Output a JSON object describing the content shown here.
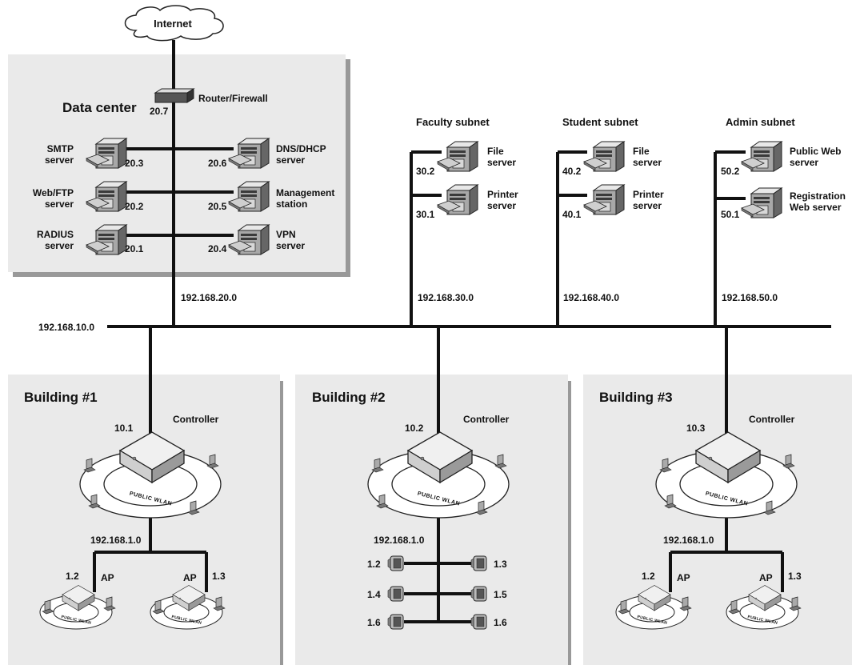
{
  "internet": "Internet",
  "data_center": {
    "title": "Data center",
    "router_label": "Router/Firewall",
    "router_ip": "20.7",
    "servers": [
      {
        "line1": "SMTP",
        "line2": "server",
        "ip": "20.3"
      },
      {
        "line1": "Web/FTP",
        "line2": "server",
        "ip": "20.2"
      },
      {
        "line1": "RADIUS",
        "line2": "server",
        "ip": "20.1"
      },
      {
        "line1": "DNS/DHCP",
        "line2": "server",
        "ip": "20.6"
      },
      {
        "line1": "Management",
        "line2": "station",
        "ip": "20.5"
      },
      {
        "line1": "VPN",
        "line2": "server",
        "ip": "20.4"
      }
    ],
    "network": "192.168.20.0"
  },
  "subnets": [
    {
      "title": "Faculty subnet",
      "network": "192.168.30.0",
      "servers": [
        {
          "line1": "File",
          "line2": "server",
          "ip": "30.2"
        },
        {
          "line1": "Printer",
          "line2": "server",
          "ip": "30.1"
        }
      ]
    },
    {
      "title": "Student subnet",
      "network": "192.168.40.0",
      "servers": [
        {
          "line1": "File",
          "line2": "server",
          "ip": "40.2"
        },
        {
          "line1": "Printer",
          "line2": "server",
          "ip": "40.1"
        }
      ]
    },
    {
      "title": "Admin subnet",
      "network": "192.168.50.0",
      "servers": [
        {
          "line1": "Public Web",
          "line2": "server",
          "ip": "50.2"
        },
        {
          "line1": "Registration",
          "line2": "Web server",
          "ip": "50.1"
        }
      ]
    }
  ],
  "backbone": "192.168.10.0",
  "wlan_text": "PUBLIC WLAN",
  "buildings": [
    {
      "title": "Building #1",
      "controller_label": "Controller",
      "controller_ip": "10.1",
      "network": "192.168.1.0",
      "ap_label": "AP",
      "ap_ips": [
        "1.2",
        "1.3"
      ]
    },
    {
      "title": "Building #2",
      "controller_label": "Controller",
      "controller_ip": "10.2",
      "network": "192.168.1.0",
      "ap_ips": [
        "1.2",
        "1.3",
        "1.4",
        "1.5",
        "1.6",
        "1.6"
      ]
    },
    {
      "title": "Building #3",
      "controller_label": "Controller",
      "controller_ip": "10.3",
      "network": "192.168.1.0",
      "ap_label": "AP",
      "ap_ips": [
        "1.2",
        "1.3"
      ]
    }
  ]
}
